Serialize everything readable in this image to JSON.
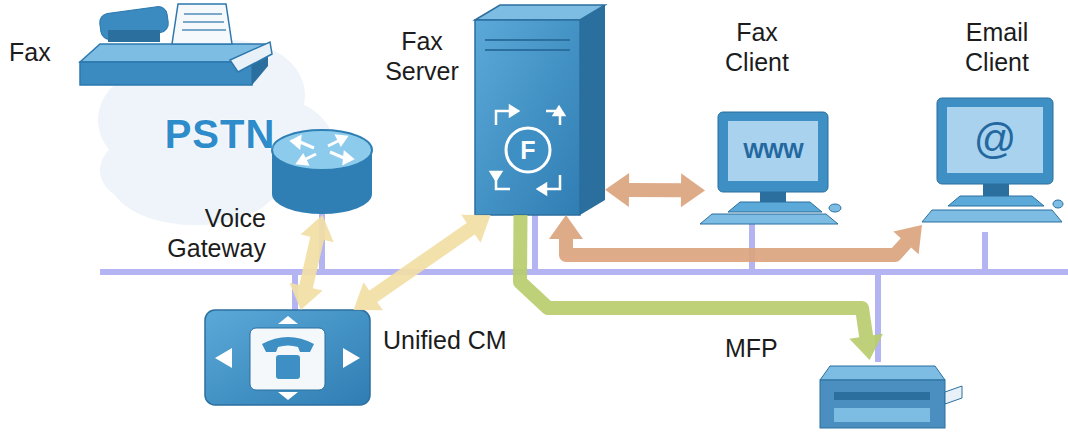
{
  "diagram": {
    "nodes": [
      {
        "text": [
          "Fax"
        ]
      },
      {
        "text": [
          "PSTN"
        ]
      },
      {
        "text": [
          "Voice Gateway"
        ]
      },
      {
        "text": [
          "Fax Server"
        ]
      },
      {
        "text": [
          "Fax Client"
        ]
      },
      {
        "text": [
          "Email Client"
        ]
      },
      {
        "text": [
          "Unified CM"
        ]
      },
      {
        "text": [
          "MFP"
        ]
      }
    ],
    "edges": [
      {
        "from": 2,
        "to": 6,
        "arrow": "both"
      },
      {
        "from": 6,
        "to": 3,
        "arrow": "both"
      },
      {
        "from": 3,
        "to": 4,
        "arrow": "both"
      },
      {
        "from": 3,
        "to": 5,
        "arrow": "both"
      },
      {
        "from": 3,
        "to": 7,
        "arrow": "to"
      }
    ],
    "labels": [
      "F",
      "WWW",
      "@"
    ]
  }
}
